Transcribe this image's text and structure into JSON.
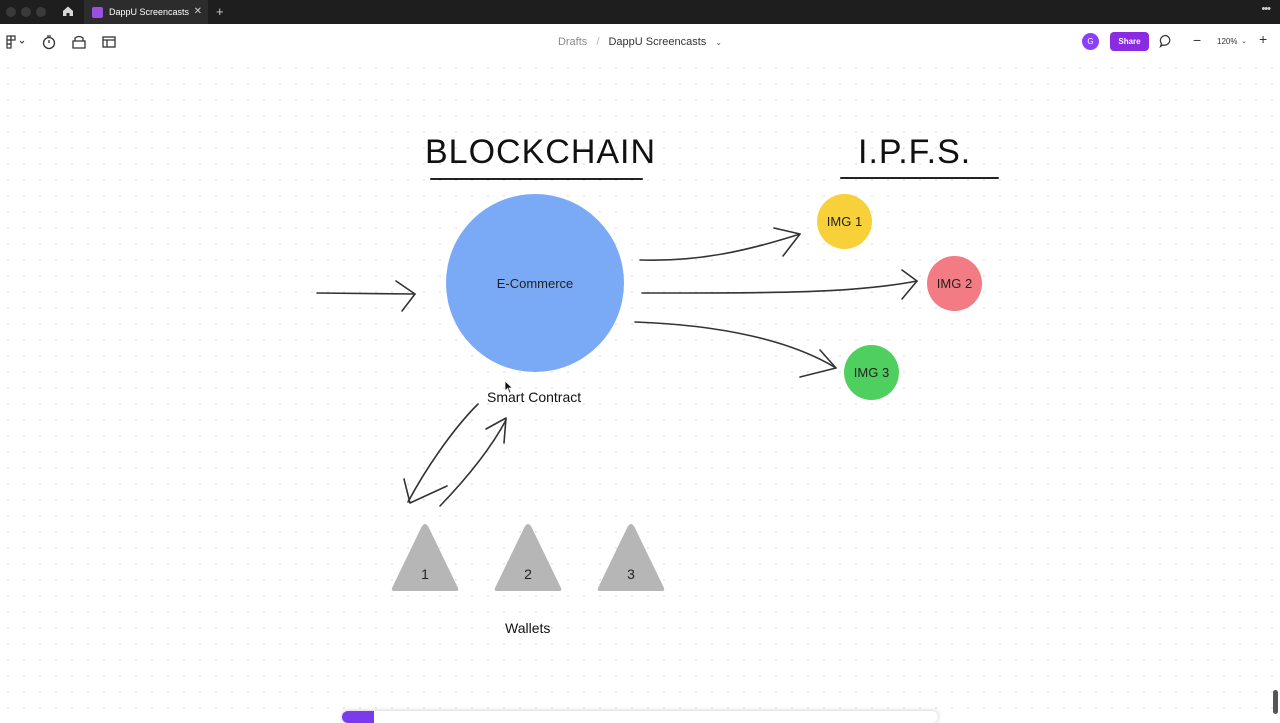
{
  "window": {
    "tab_title": "DappU Screencasts",
    "tab_close": "✕",
    "new_tab": "+",
    "more": "•••"
  },
  "toolbar": {
    "breadcrumb_parent": "Drafts",
    "breadcrumb_separator": "/",
    "breadcrumb_current": "DappU Screencasts",
    "chevron": "⌄",
    "avatar_initial": "G",
    "share_label": "Share",
    "zoom_out": "−",
    "zoom_level": "120%",
    "zoom_chevron": "⌄",
    "zoom_in": "+"
  },
  "diagram": {
    "blockchain_title": "BLOCKCHAIN",
    "ipfs_title": "I.P.F.S.",
    "contract_node": "E-Commerce",
    "contract_caption": "Smart Contract",
    "images": [
      {
        "label": "IMG 1",
        "color": "#f8d13a"
      },
      {
        "label": "IMG 2",
        "color": "#f37b83"
      },
      {
        "label": "IMG 3",
        "color": "#4fcf5f"
      }
    ],
    "wallets": [
      "1",
      "2",
      "3"
    ],
    "wallets_caption": "Wallets",
    "contract_color": "#7aaaf5",
    "wallet_color": "#b6b6b6"
  },
  "icons": [
    "home-icon",
    "figma-menu-icon",
    "timer-icon",
    "assets-icon",
    "layout-icon",
    "comment-icon",
    "cursor-icon"
  ]
}
